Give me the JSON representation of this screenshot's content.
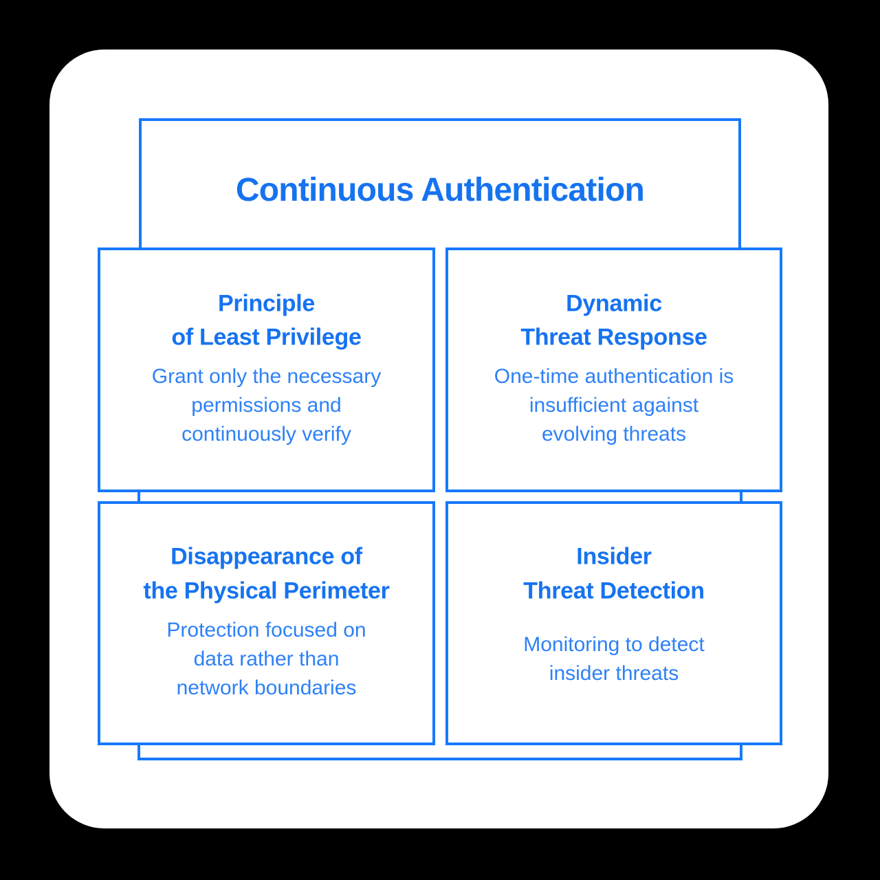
{
  "colors": {
    "background": "#000000",
    "card": "#ffffff",
    "line": "#1879fb",
    "heading_text": "#1673f0",
    "body_text": "#2e81f6"
  },
  "title": {
    "label": "Continuous Authentication"
  },
  "boxes": [
    {
      "id": "principle-of-least-privilege",
      "heading": "Principle\nof Least Privilege",
      "body": "Grant only the necessary\npermissions and\ncontinuously verify"
    },
    {
      "id": "dynamic-threat-response",
      "heading": "Dynamic\nThreat Response",
      "body": "One-time authentication is\ninsufficient against\nevolving threats"
    },
    {
      "id": "disappearance-of-the-physical-perimeter",
      "heading": "Disappearance of\nthe Physical Perimeter",
      "body": "Protection focused on\ndata rather than\nnetwork boundaries"
    },
    {
      "id": "insider-threat-detection",
      "heading": "Insider\nThreat Detection",
      "body": "Monitoring to detect\ninsider threats"
    }
  ]
}
